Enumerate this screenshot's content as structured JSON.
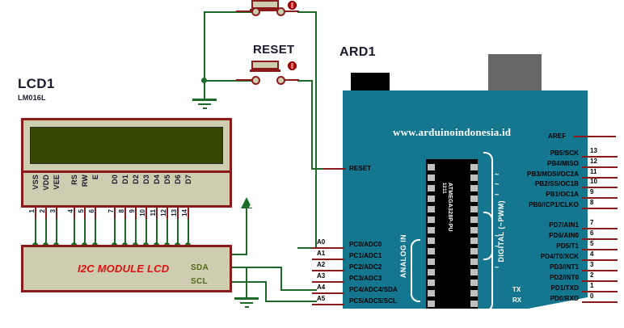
{
  "diagram": {
    "title": "Arduino I2C LCD circuit schematic",
    "watermark": "www.arduinoindonesia.id",
    "colors": {
      "wire": "#1d6b29",
      "pin": "#8b1a1a",
      "board": "#15768f",
      "module_body": "#cfcdb0",
      "lcd_screen": "#334700",
      "module_text": "#e01010",
      "label_text": "#1a1a2e"
    }
  },
  "lcd": {
    "ref": "LCD1",
    "part": "LM016L",
    "pins": [
      {
        "num": "1",
        "name": "VSS"
      },
      {
        "num": "2",
        "name": "VDD"
      },
      {
        "num": "3",
        "name": "VEE"
      },
      {
        "num": "4",
        "name": "RS"
      },
      {
        "num": "5",
        "name": "RW"
      },
      {
        "num": "6",
        "name": "E"
      },
      {
        "num": "7",
        "name": "D0"
      },
      {
        "num": "8",
        "name": "D1"
      },
      {
        "num": "9",
        "name": "D2"
      },
      {
        "num": "10",
        "name": "D3"
      },
      {
        "num": "11",
        "name": "D4"
      },
      {
        "num": "12",
        "name": "D5"
      },
      {
        "num": "13",
        "name": "D6"
      },
      {
        "num": "14",
        "name": "D7"
      }
    ]
  },
  "i2c_module": {
    "name": "I2C MODULE LCD",
    "sda_label": "SDA",
    "scl_label": "SCL"
  },
  "switches": [
    {
      "id": "sw-top",
      "label": ""
    },
    {
      "id": "sw-reset",
      "label": "RESET"
    }
  ],
  "arduino": {
    "ref": "ARD1",
    "mcu": "ATMEGA328P-PU",
    "mcu_code": "1211",
    "reset_label": "RESET",
    "aref_label": "AREF",
    "analog_group_label": "ANALOG IN",
    "digital_group_label": "DIGITAL (~PWM)",
    "analog_pins": [
      {
        "ext": "A0",
        "name": "PC0/ADC0"
      },
      {
        "ext": "A1",
        "name": "PC1/ADC1"
      },
      {
        "ext": "A2",
        "name": "PC2/ADC2"
      },
      {
        "ext": "A3",
        "name": "PC3/ADC3"
      },
      {
        "ext": "A4",
        "name": "PC4/ADC4/SDA"
      },
      {
        "ext": "A5",
        "name": "PC5/ADC5/SCL"
      }
    ],
    "digital_pins": [
      {
        "num": "13",
        "name": "PB5/SCK",
        "pwm": false,
        "alt": ""
      },
      {
        "num": "12",
        "name": "PB4/MISO",
        "pwm": false,
        "alt": ""
      },
      {
        "num": "11",
        "name": "PB3/MOSI/OC2A",
        "pwm": true,
        "alt": ""
      },
      {
        "num": "10",
        "name": "PB2/SS/OC1B",
        "pwm": true,
        "alt": ""
      },
      {
        "num": "9",
        "name": "PB1/OC1A",
        "pwm": true,
        "alt": ""
      },
      {
        "num": "8",
        "name": "PB0/ICP1/CLKO",
        "pwm": false,
        "alt": ""
      },
      {
        "num": "7",
        "name": "PD7/AIN1",
        "pwm": false,
        "alt": ""
      },
      {
        "num": "6",
        "name": "PD6/AIN0",
        "pwm": true,
        "alt": ""
      },
      {
        "num": "5",
        "name": "PD5/T1",
        "pwm": true,
        "alt": ""
      },
      {
        "num": "4",
        "name": "PD4/T0/XCK",
        "pwm": false,
        "alt": ""
      },
      {
        "num": "3",
        "name": "PD3/INT1",
        "pwm": true,
        "alt": ""
      },
      {
        "num": "2",
        "name": "PD2/INT0",
        "pwm": false,
        "alt": ""
      },
      {
        "num": "1",
        "name": "PD1/TXD",
        "pwm": false,
        "alt": "TX"
      },
      {
        "num": "0",
        "name": "PD0/RXD",
        "pwm": false,
        "alt": "RX"
      }
    ]
  }
}
